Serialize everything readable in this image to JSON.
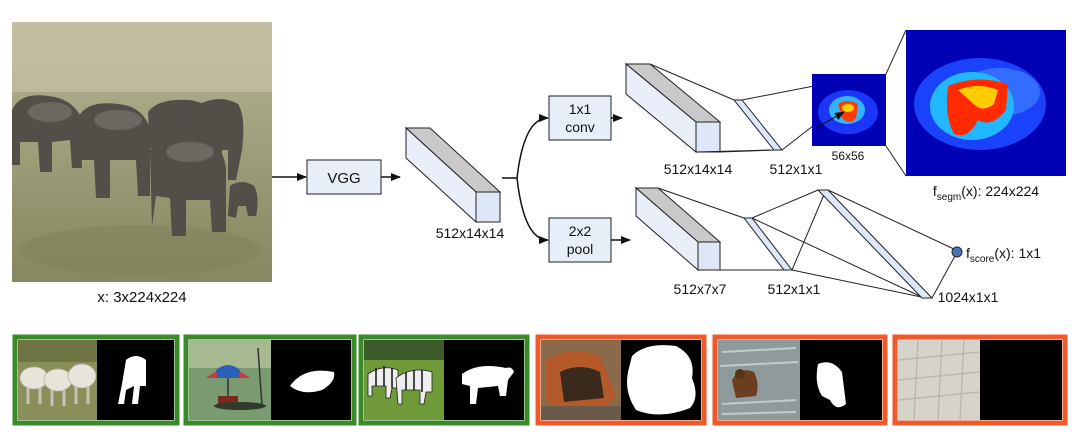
{
  "colors": {
    "box_fill": "#e8eef8",
    "cuboid_front": "#dde7f7",
    "cuboid_top": "#c9c9c9",
    "good_border": "#3a8a2a",
    "bad_border": "#f05a2a",
    "score_node": "#4a74b8"
  },
  "input": {
    "label": "x: 3x224x224"
  },
  "blocks": {
    "vgg": "VGG",
    "conv": [
      "1x1",
      "conv"
    ],
    "pool": [
      "2x2",
      "pool"
    ]
  },
  "tensors": {
    "trunk": "512x14x14",
    "seg_a": "512x14x14",
    "seg_b": "512x1x1",
    "score_a": "512x7x7",
    "score_b": "512x1x1",
    "score_c": "1024x1x1"
  },
  "heatmap": {
    "small_label": "56x56",
    "seg_output": {
      "prefix": "f",
      "sub": "segm",
      "suffix": "(x): 224x224"
    },
    "score_output": {
      "prefix": "f",
      "sub": "score",
      "suffix": "(x): 1x1"
    }
  },
  "examples": [
    {
      "kind": "good",
      "subject": "sheep"
    },
    {
      "kind": "good",
      "subject": "umbrella-boat"
    },
    {
      "kind": "good",
      "subject": "zebra"
    },
    {
      "kind": "bad",
      "subject": "backpack"
    },
    {
      "kind": "bad",
      "subject": "bear"
    },
    {
      "kind": "bad",
      "subject": "pavement"
    }
  ]
}
